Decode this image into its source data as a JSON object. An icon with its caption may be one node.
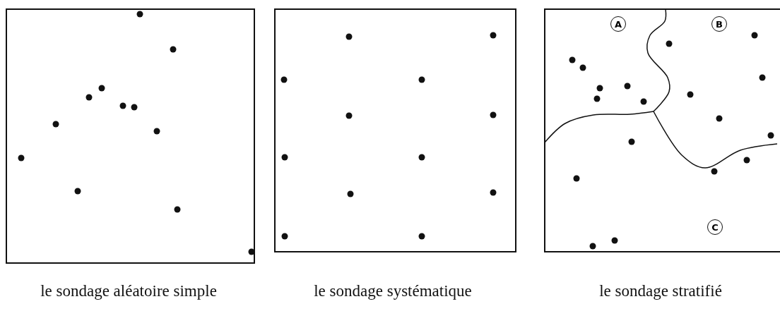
{
  "diagram": {
    "nodes": [
      {
        "text": [],
        "shape": "box",
        "beside": [
          "le sondage aléatoire simple"
        ]
      },
      {
        "text": [],
        "shape": "box",
        "beside": [
          "le sondage systématique"
        ]
      },
      {
        "text": [],
        "shape": "box",
        "beside": [
          "le sondage stratifié"
        ]
      },
      {
        "text": [
          "A"
        ],
        "in": 2
      },
      {
        "text": [
          "B"
        ],
        "in": 2
      },
      {
        "text": [
          "C"
        ],
        "in": 2
      }
    ]
  }
}
